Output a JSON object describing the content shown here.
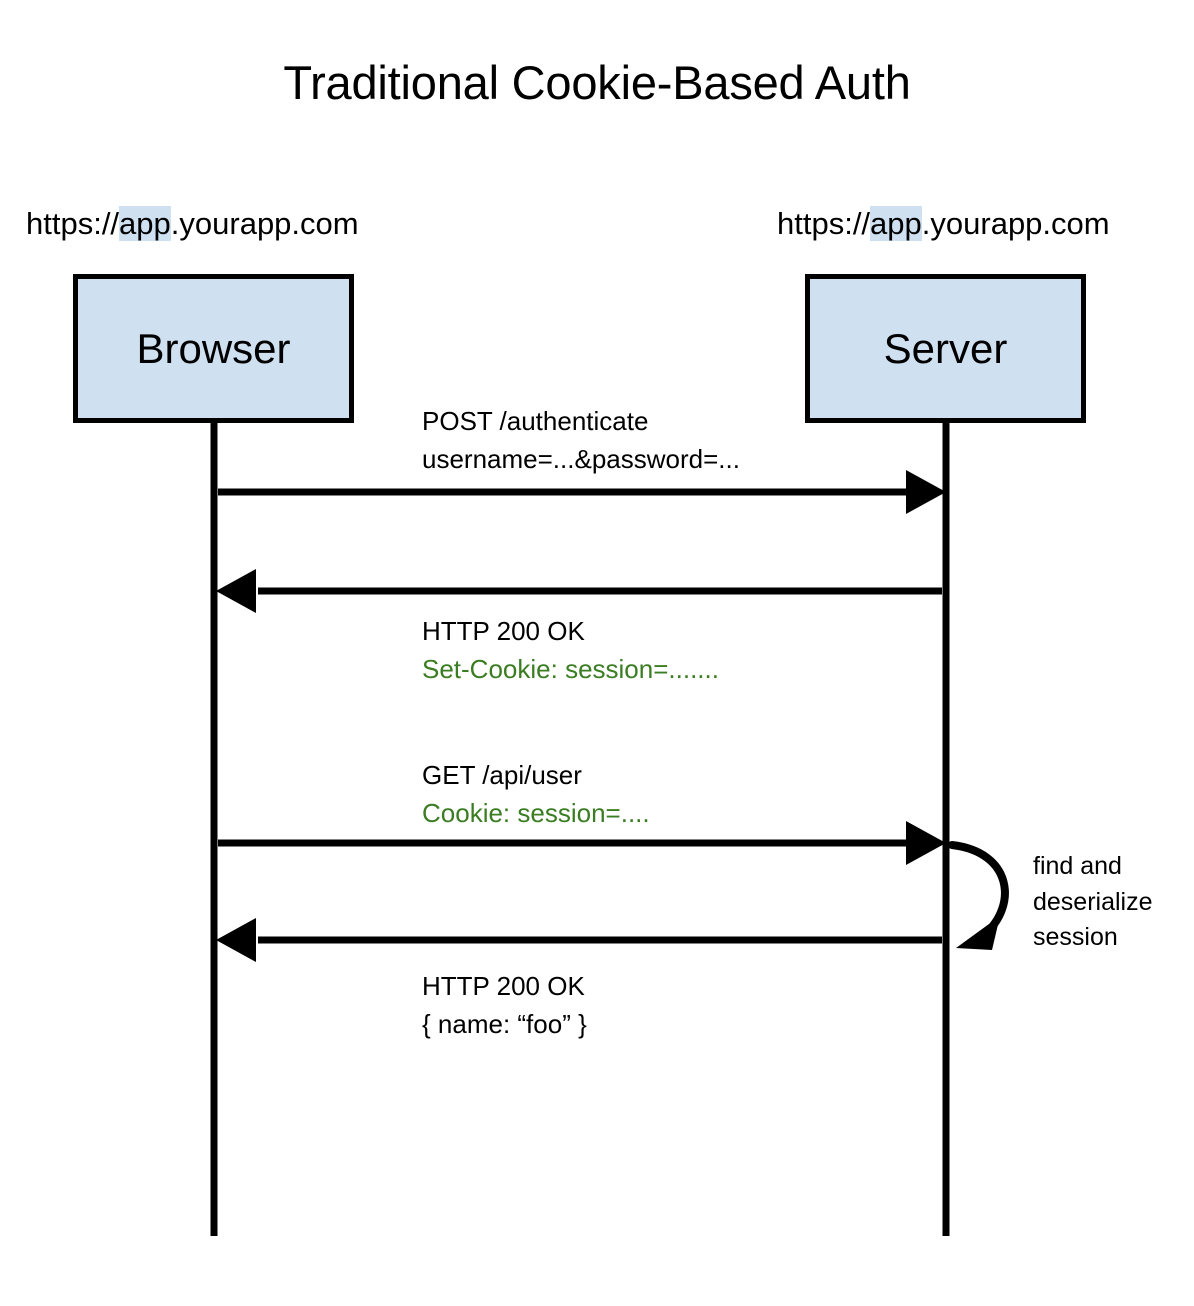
{
  "diagram": {
    "title": "Traditional Cookie-Based Auth",
    "type": "sequence-diagram",
    "background_color": "#ffffff",
    "accent_fill": "#cfe0f1",
    "line_color": "#000000",
    "cookie_text_color": "#3a7d22"
  },
  "participants": [
    {
      "id": "browser",
      "label": "Browser",
      "url_prefix": "https://",
      "url_highlight": "app",
      "url_suffix": ".yourapp.com",
      "url_full": "https://app.yourapp.com"
    },
    {
      "id": "server",
      "label": "Server",
      "url_prefix": "https://",
      "url_highlight": "app",
      "url_suffix": ".yourapp.com",
      "url_full": "https://app.yourapp.com"
    }
  ],
  "messages": [
    {
      "id": "msg-1",
      "direction": "browser-to-server",
      "line_1": "POST /authenticate",
      "line_2": "username=...&password=...",
      "line_2_style": "plain"
    },
    {
      "id": "msg-2",
      "direction": "server-to-browser",
      "line_1": "HTTP 200 OK",
      "line_2": "Set-Cookie: session=.......",
      "line_2_style": "cookie"
    },
    {
      "id": "msg-3",
      "direction": "browser-to-server",
      "line_1": "GET /api/user",
      "line_2": "Cookie: session=....",
      "line_2_style": "cookie"
    },
    {
      "id": "msg-4",
      "direction": "server-to-browser",
      "line_1": "HTTP 200 OK",
      "line_2": "{  name: “foo” }",
      "line_2_style": "plain"
    }
  ],
  "self_loop": {
    "id": "selfloop-server",
    "on_participant": "server",
    "note_line_1": "find and",
    "note_line_2": "deserialize",
    "note_line_3": "session",
    "note_full": "find and deserialize session"
  }
}
